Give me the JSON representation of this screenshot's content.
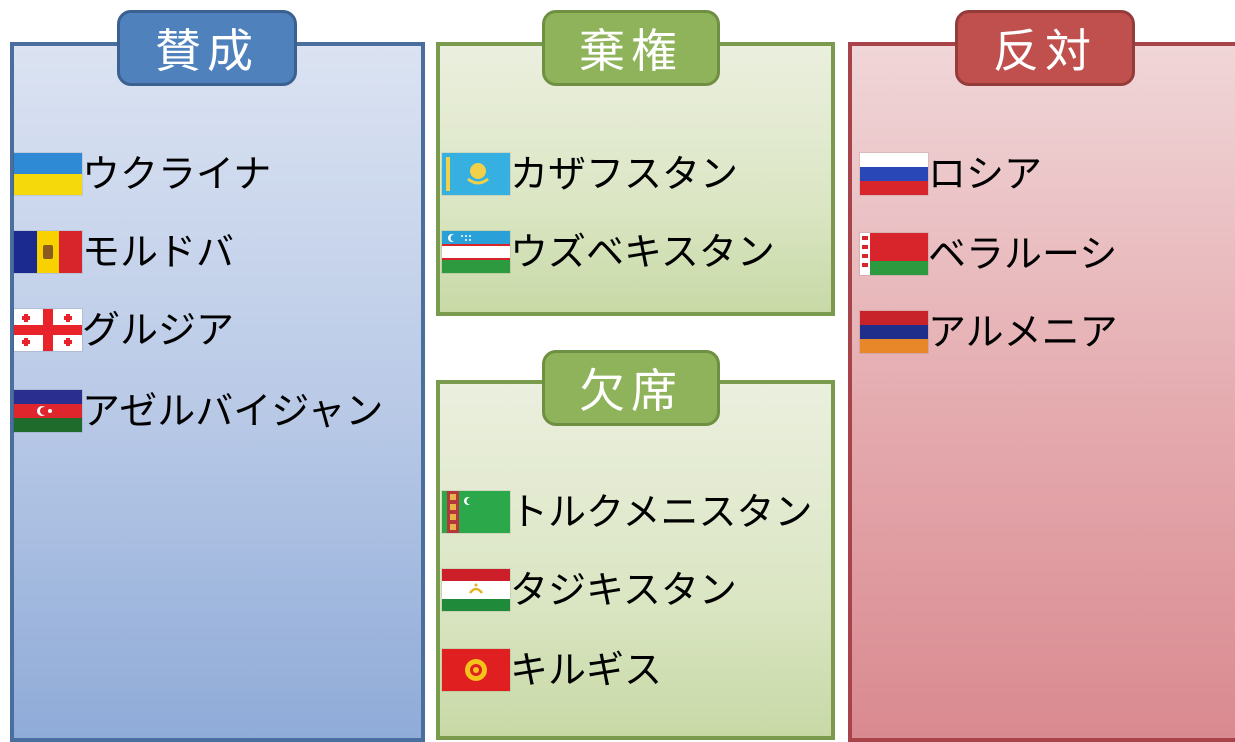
{
  "groups": {
    "favor": {
      "title": "賛成",
      "items": [
        {
          "label": "ウクライナ",
          "flag_icon": "ukraine-flag-icon"
        },
        {
          "label": "モルドバ",
          "flag_icon": "moldova-flag-icon"
        },
        {
          "label": "グルジア",
          "flag_icon": "georgia-flag-icon"
        },
        {
          "label": "アゼルバイジャン",
          "flag_icon": "azerbaijan-flag-icon"
        }
      ],
      "color": "#4f81bd"
    },
    "abstain": {
      "title": "棄権",
      "items": [
        {
          "label": "カザフスタン",
          "flag_icon": "kazakhstan-flag-icon"
        },
        {
          "label": "ウズベキスタン",
          "flag_icon": "uzbekistan-flag-icon"
        }
      ],
      "color": "#8fb35a"
    },
    "absent": {
      "title": "欠席",
      "items": [
        {
          "label": "トルクメニスタン",
          "flag_icon": "turkmenistan-flag-icon"
        },
        {
          "label": "タジキスタン",
          "flag_icon": "tajikistan-flag-icon"
        },
        {
          "label": "キルギス",
          "flag_icon": "kyrgyzstan-flag-icon"
        }
      ],
      "color": "#8fb35a"
    },
    "against": {
      "title": "反対",
      "items": [
        {
          "label": "ロシア",
          "flag_icon": "russia-flag-icon"
        },
        {
          "label": "ベラルーシ",
          "flag_icon": "belarus-flag-icon"
        },
        {
          "label": "アルメニア",
          "flag_icon": "armenia-flag-icon"
        }
      ],
      "color": "#c0504d"
    }
  }
}
